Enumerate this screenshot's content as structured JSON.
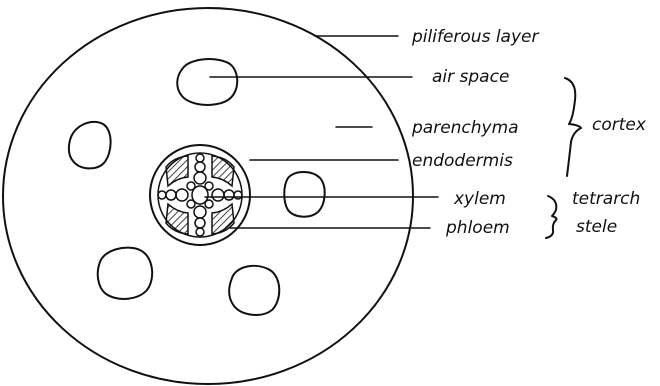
{
  "labels": {
    "piliferous_layer": "piliferous layer",
    "air_space": "air space",
    "parenchyma": "parenchyma",
    "cortex": "cortex",
    "endodermis": "endodermis",
    "xylem": "xylem",
    "phloem": "phloem",
    "tetrarch": "tetrarch",
    "stele": "stele"
  }
}
